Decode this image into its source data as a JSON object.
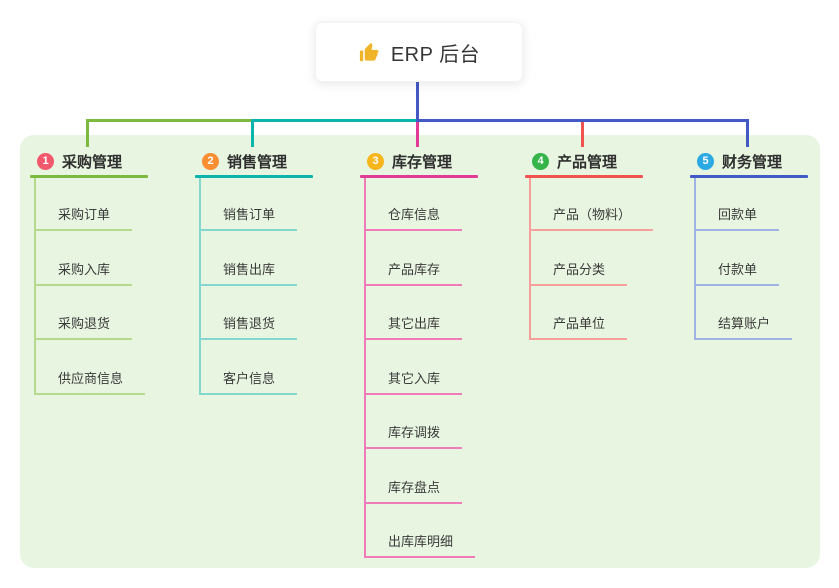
{
  "root": {
    "label": "ERP 后台",
    "icon": "thumbs-up-icon",
    "icon_color": "#f0b429",
    "connector_color": "#4459c4"
  },
  "panel_color": "#e8f5e1",
  "branches": [
    {
      "num": "1",
      "label": "采购管理",
      "badge_color": "#f2596c",
      "line_color": "#7cb93f",
      "child_line_color": "#b5da8d",
      "children": [
        "采购订单",
        "采购入库",
        "采购退货",
        "供应商信息"
      ]
    },
    {
      "num": "2",
      "label": "销售管理",
      "badge_color": "#fa8e33",
      "line_color": "#0cb5ab",
      "child_line_color": "#82d8cc",
      "children": [
        "销售订单",
        "销售出库",
        "销售退货",
        "客户信息"
      ]
    },
    {
      "num": "3",
      "label": "库存管理",
      "badge_color": "#f7b61e",
      "line_color": "#e23a97",
      "child_line_color": "#ee7cb8",
      "children": [
        "仓库信息",
        "产品库存",
        "其它出库",
        "其它入库",
        "库存调拨",
        "库存盘点",
        "出库库明细"
      ]
    },
    {
      "num": "4",
      "label": "产品管理",
      "badge_color": "#35b44a",
      "line_color": "#f1534e",
      "child_line_color": "#f7a09b",
      "children": [
        "产品（物料）",
        "产品分类",
        "产品单位"
      ]
    },
    {
      "num": "5",
      "label": "财务管理",
      "badge_color": "#2ba9e2",
      "line_color": "#4259c6",
      "child_line_color": "#9fb4e4",
      "children": [
        "回款单",
        "付款单",
        "结算账户"
      ]
    }
  ]
}
